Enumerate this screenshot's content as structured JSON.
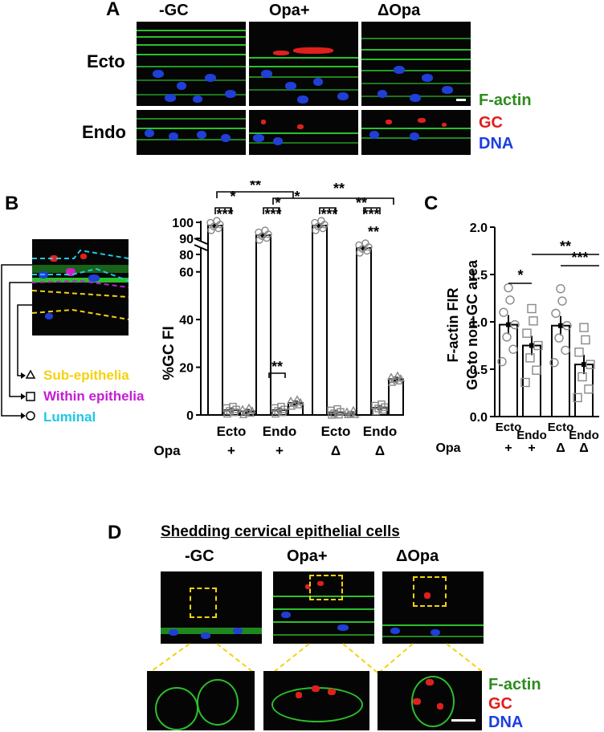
{
  "panels": {
    "a": "A",
    "b": "B",
    "c": "C",
    "d": "D"
  },
  "panel_a": {
    "columns": [
      "-GC",
      "Opa+",
      "ΔOpa"
    ],
    "rows": [
      "Ecto",
      "Endo"
    ],
    "legend": [
      "F-actin",
      "GC",
      "DNA"
    ]
  },
  "panel_b": {
    "legend": [
      "Sub-epithelia",
      "Within epithelia",
      "Luminal"
    ],
    "colors": {
      "sub": "#f4d20f",
      "within": "#c41cd6",
      "luminal": "#1ec8e6"
    }
  },
  "chart_data": [
    {
      "type": "bar",
      "title": "",
      "ylabel": "%GC FI",
      "yticks_lower": [
        "0",
        "20",
        "40",
        "60"
      ],
      "yticks_upper": [
        "80",
        "90",
        "100"
      ],
      "ylim": [
        0,
        100
      ],
      "axis_break": [
        70,
        78
      ],
      "groups": [
        {
          "tissue": "Ecto",
          "opa": "+"
        },
        {
          "tissue": "Endo",
          "opa": "+"
        },
        {
          "tissue": "Ecto",
          "opa": "Δ"
        },
        {
          "tissue": "Endo",
          "opa": "Δ"
        }
      ],
      "row_label": "Opa",
      "series": [
        {
          "marker": "circle",
          "values": [
            98,
            92,
            98,
            84
          ]
        },
        {
          "marker": "square",
          "values": [
            2,
            2,
            1,
            3
          ]
        },
        {
          "marker": "triangle",
          "values": [
            1.5,
            5,
            0.5,
            15
          ]
        }
      ],
      "significance": [
        "**",
        "*",
        "*",
        "**",
        "*",
        "**",
        "***",
        "***",
        "***",
        "***",
        "**",
        "**"
      ]
    },
    {
      "type": "bar",
      "title": "",
      "ylabel_lines": [
        "F-actin FIR",
        "GC to non-GC area"
      ],
      "yticks": [
        "0.0",
        "0.5",
        "1.0",
        "1.5",
        "2.0"
      ],
      "ylim": [
        0,
        2.0
      ],
      "categories": [
        "Ecto",
        "Endo",
        "Ecto",
        "Endo"
      ],
      "opa": [
        "+",
        "+",
        "Δ",
        "Δ"
      ],
      "row_label": "Opa",
      "markers": [
        "circle",
        "square",
        "circle",
        "square"
      ],
      "values": [
        0.97,
        0.75,
        0.96,
        0.55
      ],
      "significance": [
        "*",
        "**",
        "***"
      ]
    }
  ],
  "panel_d": {
    "title": "Shedding cervical epithelial cells",
    "columns": [
      "-GC",
      "Opa+",
      "ΔOpa"
    ],
    "legend": [
      "F-actin",
      "GC",
      "DNA"
    ]
  },
  "colors": {
    "factin": "#2e8b1e",
    "gc": "#e31b1b",
    "dna": "#1a3fe0"
  }
}
